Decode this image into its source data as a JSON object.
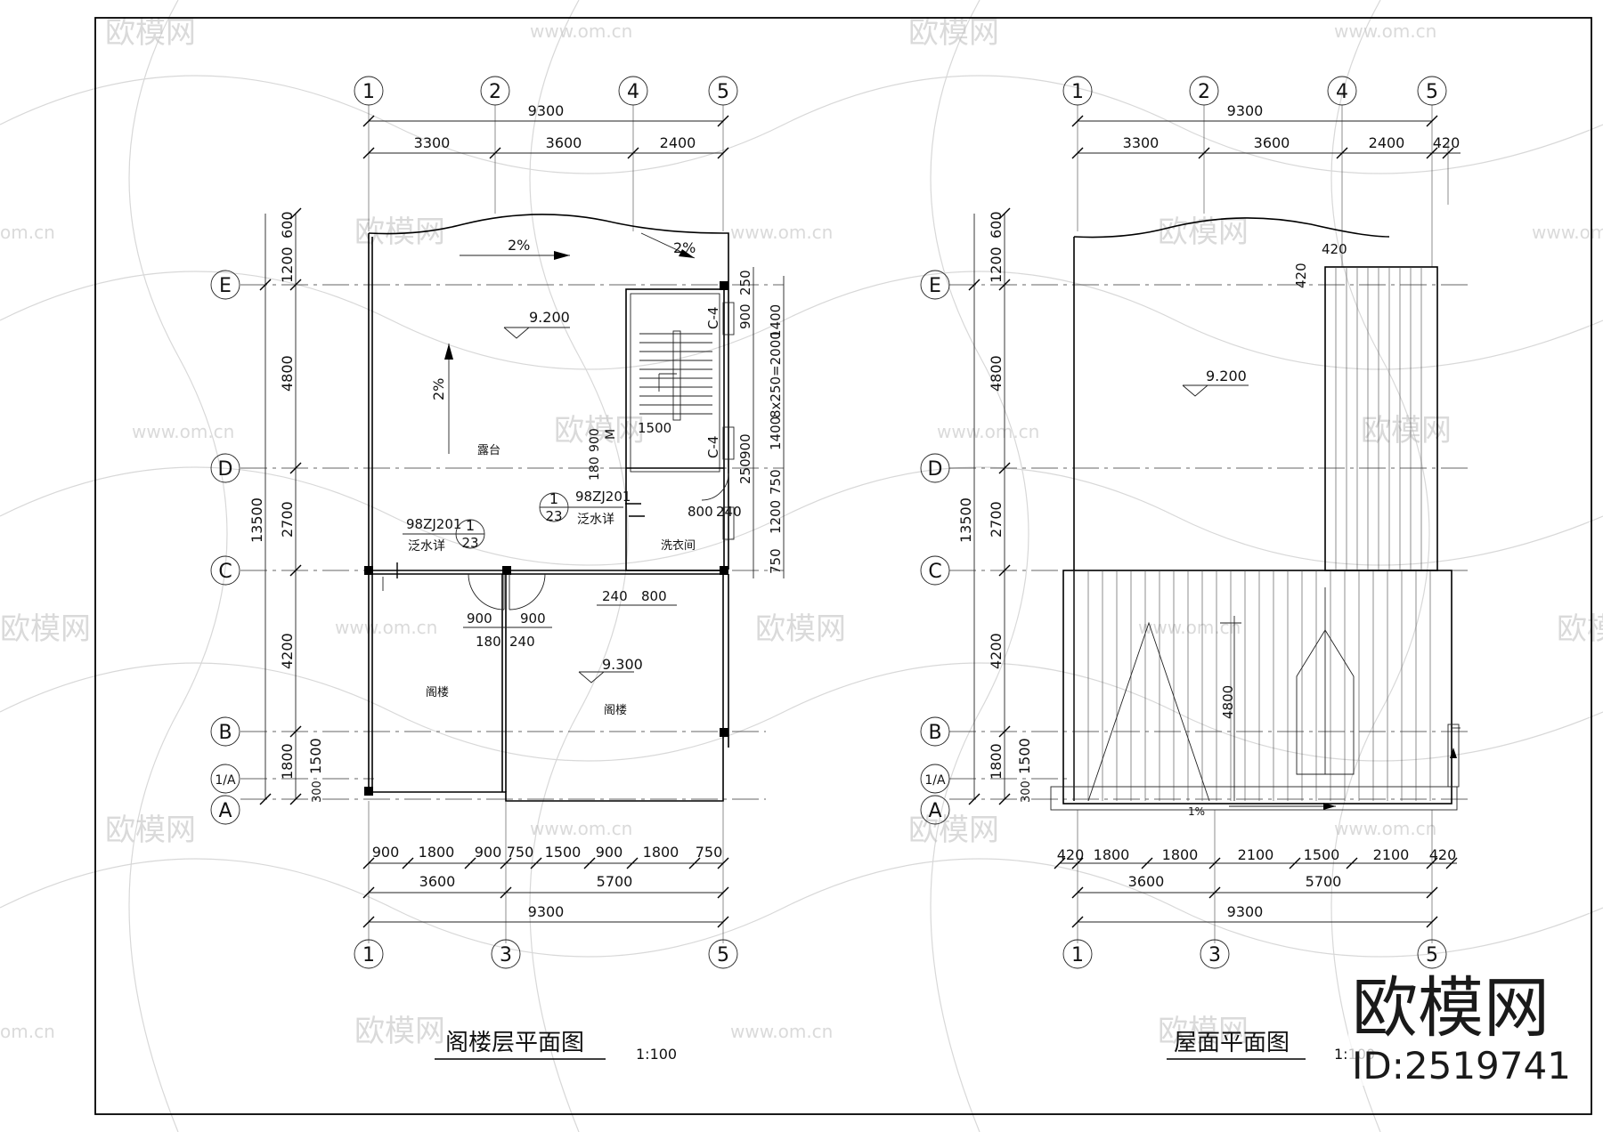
{
  "left_plan": {
    "title": "阁楼层平面图",
    "scale": "1:100",
    "axes_top": [
      "1",
      "2",
      "4",
      "5"
    ],
    "axes_bottom": [
      "1",
      "3",
      "5"
    ],
    "axes_side": [
      "E",
      "D",
      "C",
      "B",
      "1/A",
      "A"
    ],
    "dim_top_total": "9300",
    "dim_top": [
      "3300",
      "3600",
      "2400"
    ],
    "dim_bottom_1": [
      "900",
      "1800",
      "900",
      "750",
      "1500",
      "900",
      "1800",
      "750"
    ],
    "dim_bottom_2": [
      "3600",
      "5700"
    ],
    "dim_bottom_total": "9300",
    "dim_left_total": "13500",
    "dim_left": [
      "1200",
      "600",
      "4800",
      "2700",
      "4200",
      "1800",
      "1500",
      "300"
    ],
    "dim_right": [
      "250",
      "1400",
      "900",
      "1400",
      "8x250=2000",
      "900",
      "250",
      "750",
      "1200",
      "750"
    ],
    "labels": {
      "slope_1": "2%",
      "slope_2": "2%",
      "slope_3": "2%",
      "elev_terrace": "9.200",
      "elev_attic": "9.300",
      "terrace": "露台",
      "attic_1": "阁楼",
      "attic_2": "阁楼",
      "laundry": "洗衣间",
      "window_c4_a": "C-4",
      "window_c4_b": "C-4",
      "ref_1": "98ZJ201",
      "ref_1_note": "泛水详",
      "ref_1_num": "1",
      "ref_1_sheet": "23",
      "ref_2": "98ZJ201",
      "ref_2_note": "泛水详",
      "ref_2_num": "1",
      "ref_2_sheet": "23",
      "m": "M",
      "d900": "900",
      "d180": "180",
      "d1500": "1500",
      "d800": "800",
      "d240": "240",
      "d240b": "240",
      "d800b": "800",
      "d900a": "900",
      "d900b": "900",
      "d180b": "180",
      "d240c": "240"
    }
  },
  "right_plan": {
    "title": "屋面平面图",
    "scale": "1:100",
    "axes_top": [
      "1",
      "2",
      "4",
      "5"
    ],
    "axes_bottom": [
      "1",
      "3",
      "5"
    ],
    "axes_side": [
      "E",
      "D",
      "C",
      "B",
      "1/A",
      "A"
    ],
    "dim_top_total": "9300",
    "dim_top": [
      "3300",
      "3600",
      "2400",
      "420"
    ],
    "dim_bottom_1": [
      "420",
      "1800",
      "1800",
      "2100",
      "1500",
      "2100",
      "420"
    ],
    "dim_bottom_2": [
      "3600",
      "5700"
    ],
    "dim_bottom_total": "9300",
    "dim_left_total": "13500",
    "dim_left": [
      "1200",
      "600",
      "4800",
      "2700",
      "4200",
      "1800",
      "1500",
      "300"
    ],
    "labels": {
      "elev_roof": "9.200",
      "d420a": "420",
      "d420b": "420",
      "d4800": "4800",
      "slope": "1%"
    }
  },
  "watermark": {
    "brand": "欧模网",
    "url": "www.om.cn",
    "url_short": "om.cn",
    "id": "ID:2519741"
  }
}
